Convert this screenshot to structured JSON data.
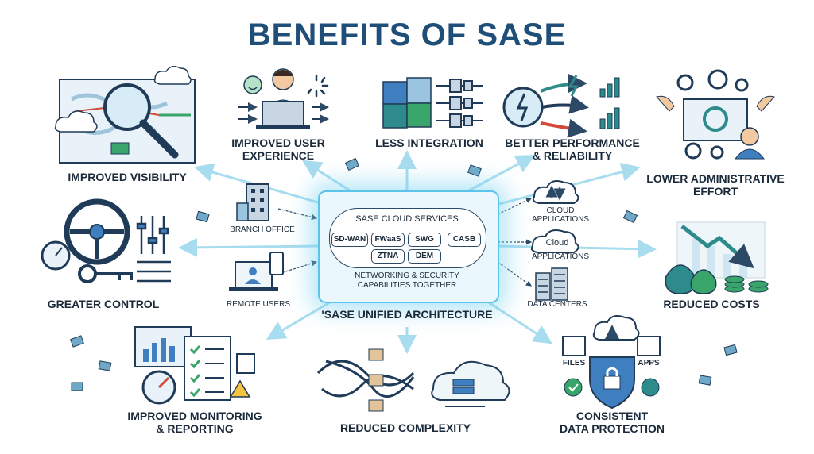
{
  "title": "BENEFITS OF SASE",
  "hub": {
    "cloud_title": "SASE CLOUD SERVICES",
    "services": [
      "SD-WAN",
      "FWaaS",
      "SWG",
      "CASB",
      "ZTNA",
      "DEM"
    ],
    "caption_line1": "NETWORKING & SECURITY",
    "caption_line2": "CAPABILITIES TOGETHER",
    "architecture": "'SASE UNIFIED ARCHITECTURE"
  },
  "connections": {
    "branch_office": "BRANCH OFFICE",
    "remote_users": "REMOTE USERS",
    "cloud_applications_line1": "CLOUD",
    "cloud_applications_line2": "APPLICATIONS",
    "cloud_badge": "Cloud",
    "applications": "APPLICATIONS",
    "data_centers": "DATA CENTERS"
  },
  "benefits": {
    "improved_visibility": "IMPROVED VISIBILITY",
    "improved_user_experience_line1": "IMPROVED USER",
    "improved_user_experience_line2": "EXPERIENCE",
    "less_integration": "LESS INTEGRATION",
    "better_performance_line1": "BETTER PERFORMANCE",
    "better_performance_line2": "& RELIABILITY",
    "lower_admin_line1": "LOWER ADMINISTRATIVE",
    "lower_admin_line2": "EFFORT",
    "greater_control": "GREATER CONTROL",
    "reduced_costs": "REDUCED COSTS",
    "monitoring_line1": "IMPROVED MONITORING",
    "monitoring_line2": "& REPORTING",
    "reduced_complexity": "REDUCED COMPLEXITY",
    "data_protection_line1": "CONSISTENT",
    "data_protection_line2": "DATA PROTECTION",
    "files_label": "FILES",
    "apps_label": "APPS"
  },
  "colors": {
    "title": "#1f4e79",
    "glow": "#5cc4e8",
    "arrow": "#a8dcef",
    "navy": "#1f3b57",
    "teal": "#2e8b8b",
    "green": "#3aa56b",
    "blue": "#3f7fbf"
  }
}
